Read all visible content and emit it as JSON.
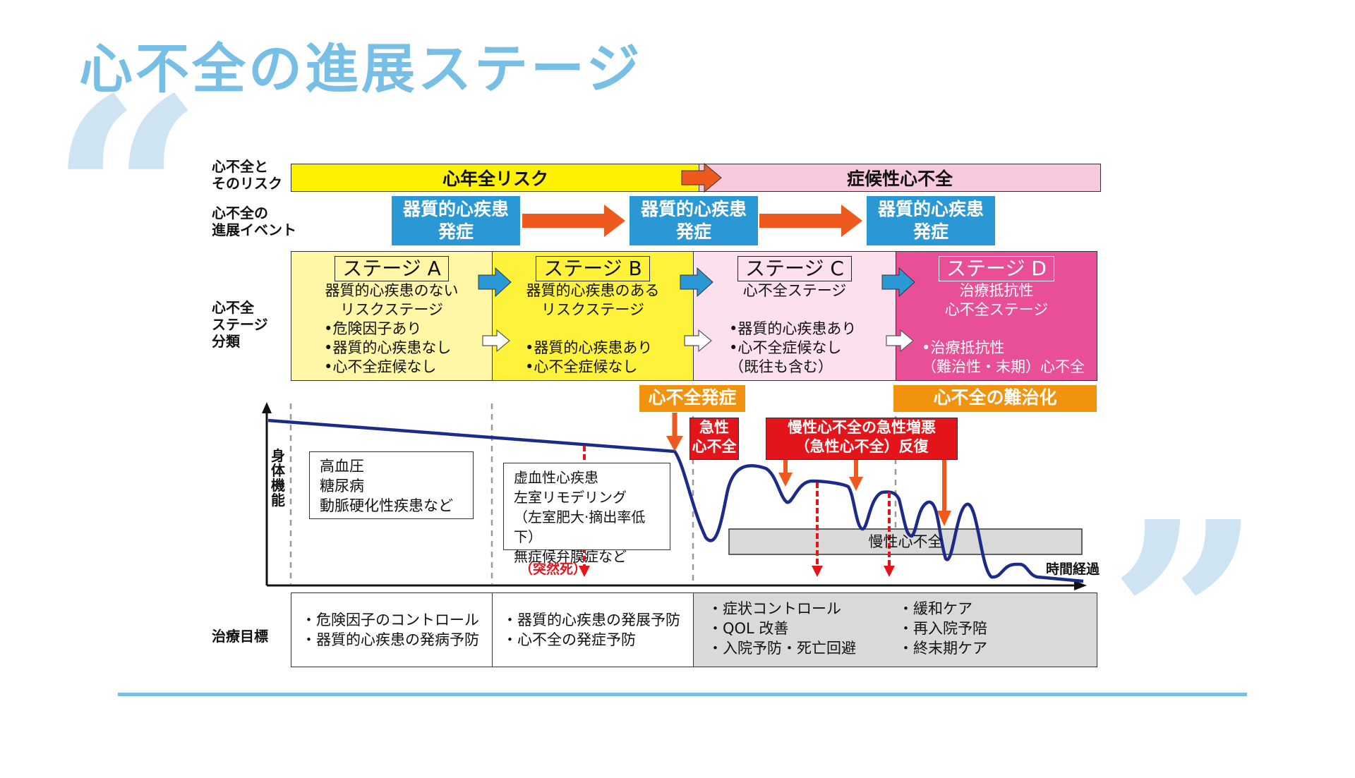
{
  "title": "心不全の進展ステージ",
  "row_labels": {
    "risk": [
      "心不全と",
      "そのリスク"
    ],
    "events": [
      "心不全の",
      "進展イベント"
    ],
    "stages": [
      "心不全",
      "ステージ",
      "分類"
    ],
    "goals": "治療目標"
  },
  "risk_bands": {
    "left": "心年全リスク",
    "right": "症候性心不全"
  },
  "events": [
    [
      "器質的心疾患",
      "発症"
    ],
    [
      "器質的心疾患",
      "発症"
    ],
    [
      "器質的心疾患",
      "発症"
    ]
  ],
  "stages": [
    {
      "title": "ステージ A",
      "subtitle": [
        "器質的心疾患のない",
        "リスクステージ"
      ],
      "bullets": [
        "•危険因子あり",
        "•器質的心疾患なし",
        "•心不全症候なし"
      ]
    },
    {
      "title": "ステージ B",
      "subtitle": [
        "器質的心疾患のある",
        "リスクステージ"
      ],
      "bullets": [
        "•器質的心疾患あり",
        "•心不全症候なし"
      ]
    },
    {
      "title": "ステージ C",
      "subtitle": [
        "心不全ステージ"
      ],
      "bullets": [
        "•器質的心疾患あり",
        "•心不全症候なし",
        "（既往も含む）"
      ]
    },
    {
      "title": "ステージ D",
      "subtitle": [
        "治療抵抗性",
        "心不全ステージ"
      ],
      "bullets": [
        "•治療抵抗性",
        "（難治性・末期）心不全"
      ]
    }
  ],
  "labels": {
    "onset": "心不全発症",
    "refractory": "心不全の難治化",
    "acute": [
      "急性",
      "心不全"
    ],
    "exacerbation": [
      "慢性心不全の急性増悪",
      "（急性心不全）反復"
    ],
    "chronic": "慢性心不全",
    "sudden_death": "（突然死）",
    "y_axis": [
      "身",
      "体",
      "機",
      "能"
    ],
    "x_axis": "時間経過"
  },
  "graph_boxes": {
    "a": [
      "高血圧",
      "糖尿病",
      "動脈硬化性疾患など"
    ],
    "b": [
      "虚血性心疾患",
      "左室リモデリング",
      "（左室肥大·摘出率低下）",
      "無症候弁膜症など"
    ]
  },
  "goals": {
    "a": [
      "・危険因子のコントロール",
      "・器質的心疾患の発病予防"
    ],
    "b": [
      "・器質的心疾患の発展予防",
      "・心不全の発症予防"
    ],
    "cd_left": [
      "・症状コントロール",
      "・QOL 改善",
      "・入院予防・死亡回避"
    ],
    "cd_right": [
      "・緩和ケア",
      "・再入院予陪",
      "・終末期ケア"
    ]
  },
  "colors": {
    "title": "#78bfe6",
    "yellow": "#fff200",
    "pink_light": "#f7c9dd",
    "stage_a": "#fff6a6",
    "stage_b": "#fff23a",
    "stage_c": "#fde0ee",
    "stage_d": "#e94f96",
    "event_blue": "#2a98d4",
    "orange": "#f2930f",
    "red": "#e4141b",
    "curve": "#1c2a8a",
    "gray": "#d9d9d9"
  }
}
